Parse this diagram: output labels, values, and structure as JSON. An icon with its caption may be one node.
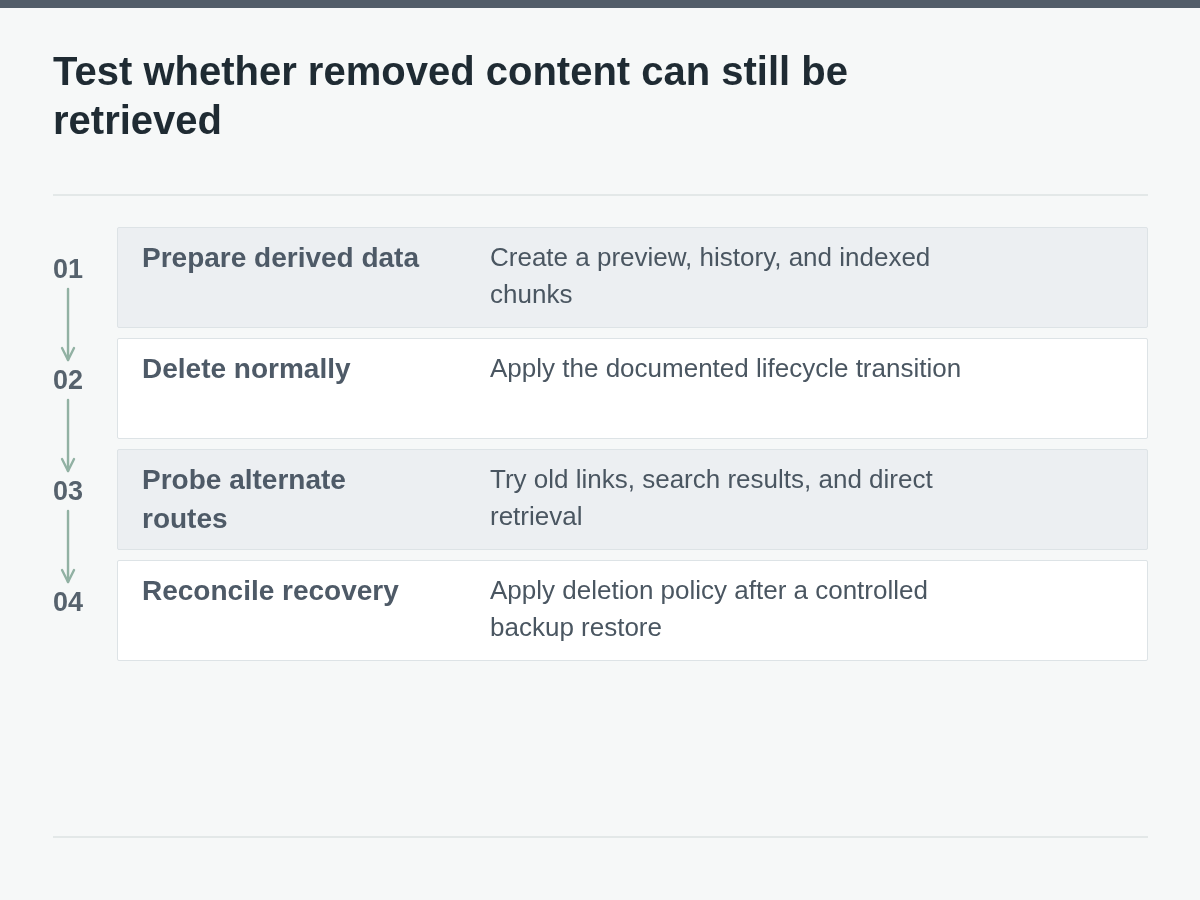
{
  "diagram": {
    "title": "Test whether removed content can still be retrieved",
    "nodes": [
      {
        "text": [
          "01"
        ]
      },
      {
        "text": [
          "Prepare derived data",
          "Create a preview, history, and indexed chunks"
        ]
      },
      {
        "text": [
          "02"
        ]
      },
      {
        "text": [
          "Delete normally",
          "Apply the documented lifecycle transition"
        ]
      },
      {
        "text": [
          "03"
        ]
      },
      {
        "text": [
          "Probe alternate routes",
          "Try old links, search results, and direct retrieval"
        ]
      },
      {
        "text": [
          "04"
        ]
      },
      {
        "text": [
          "Reconcile recovery",
          "Apply deletion policy after a controlled backup restore"
        ]
      }
    ],
    "edges": [
      {
        "from": 0,
        "to": 2,
        "arrow": "to"
      },
      {
        "from": 2,
        "to": 4,
        "arrow": "to"
      },
      {
        "from": 4,
        "to": 6,
        "arrow": "to"
      }
    ]
  }
}
